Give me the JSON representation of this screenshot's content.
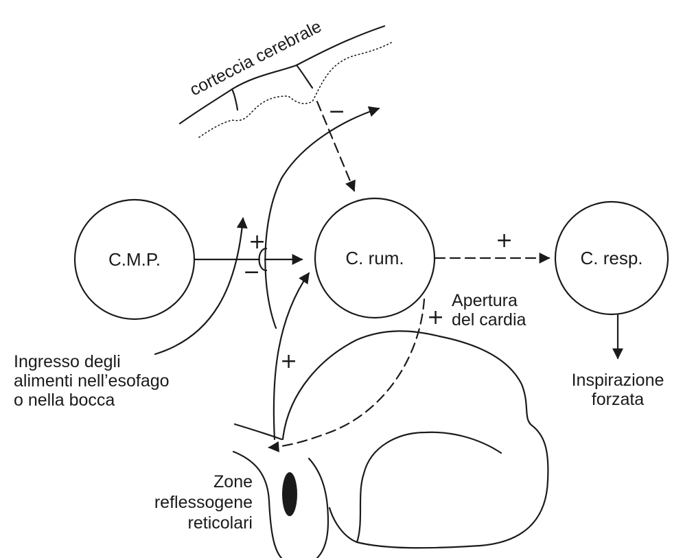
{
  "colors": {
    "ink": "#1a1a1a",
    "background": "#ffffff"
  },
  "nodes": {
    "cmp": "C.M.P.",
    "crum": "C. rum.",
    "cresp": "C. resp."
  },
  "labels": {
    "cortex": "corteccia cerebrale",
    "ingress": [
      "Ingresso degli",
      "alimenti nell’esofago",
      "o nella bocca"
    ],
    "cardia": [
      "Apertura",
      "del cardia"
    ],
    "inspiration": [
      "Inspirazione",
      "forzata"
    ],
    "zones": [
      "Zone",
      "reflessogene",
      "reticolari"
    ]
  },
  "signs": {
    "cortex_to_rum": "−",
    "rum_to_resp": "+",
    "cmp_plus": "+",
    "cmp_minus": "−",
    "reticular_to_rum": "+",
    "cardia": "+"
  }
}
